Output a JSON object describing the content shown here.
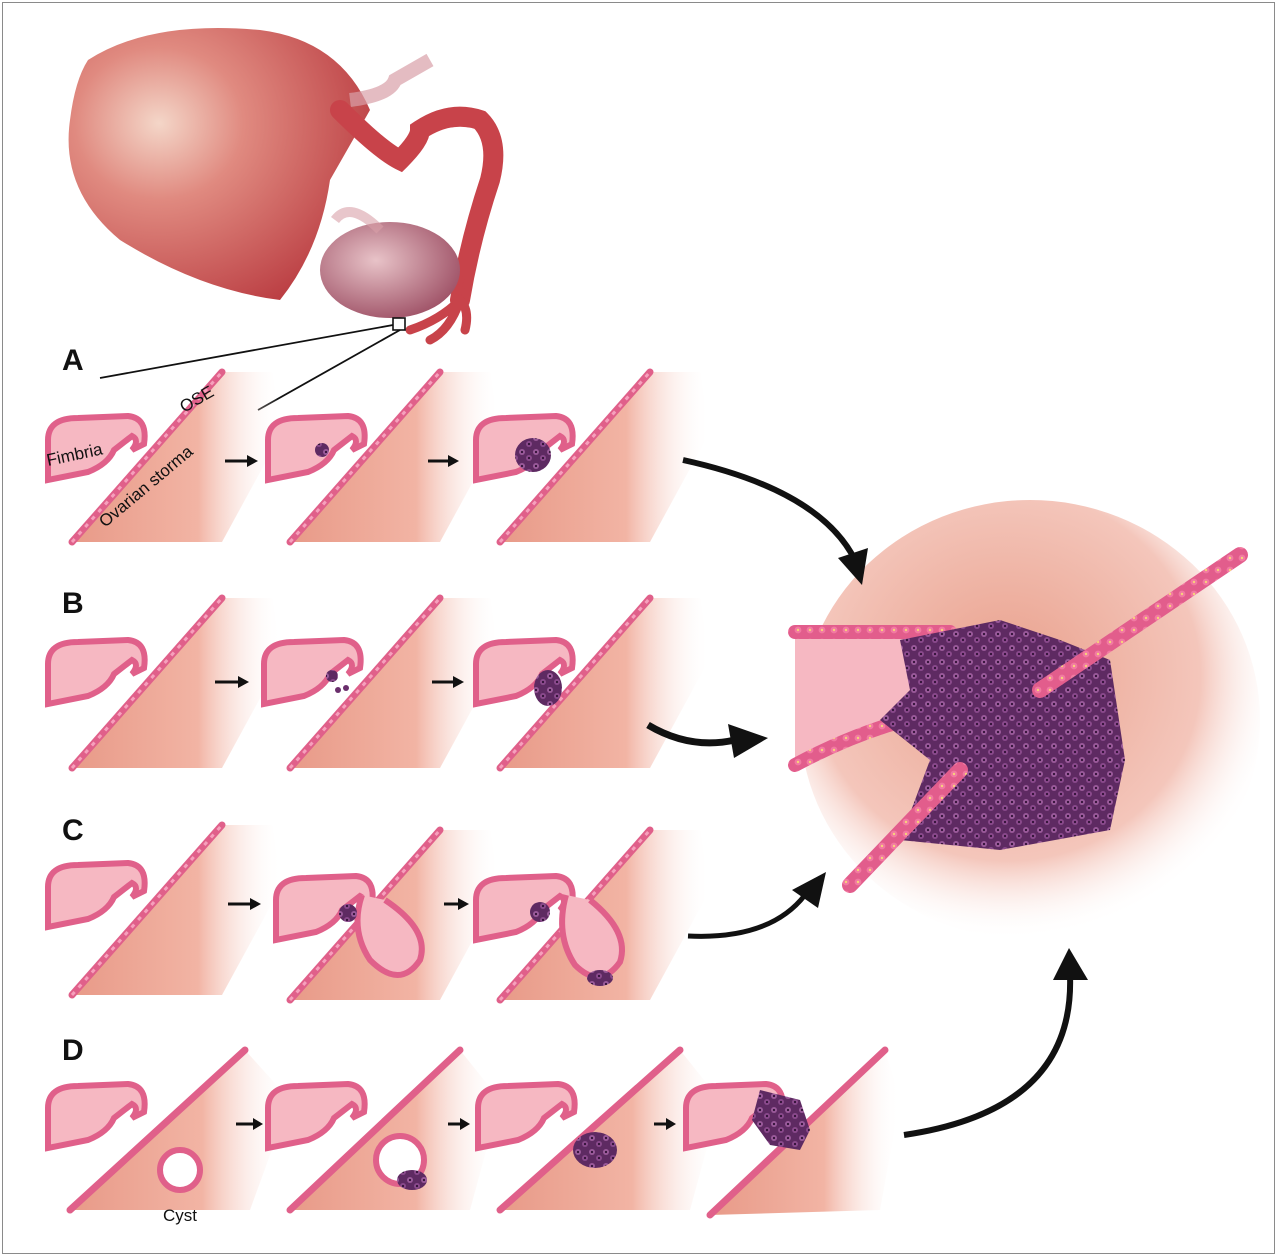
{
  "rows": [
    {
      "letter": "A"
    },
    {
      "letter": "B"
    },
    {
      "letter": "C"
    },
    {
      "letter": "D"
    }
  ],
  "labels": {
    "ose": "OSE",
    "fimbria": "Fimbria",
    "stroma": "Ovarian storma",
    "cyst": "Cyst"
  },
  "colors": {
    "tissue_pink": "#f6b8c2",
    "stroma_salmon": "#efa28f",
    "epithelium": "#e0608a",
    "tumor": "#7a3a7a",
    "uterus": "#c84a50"
  }
}
